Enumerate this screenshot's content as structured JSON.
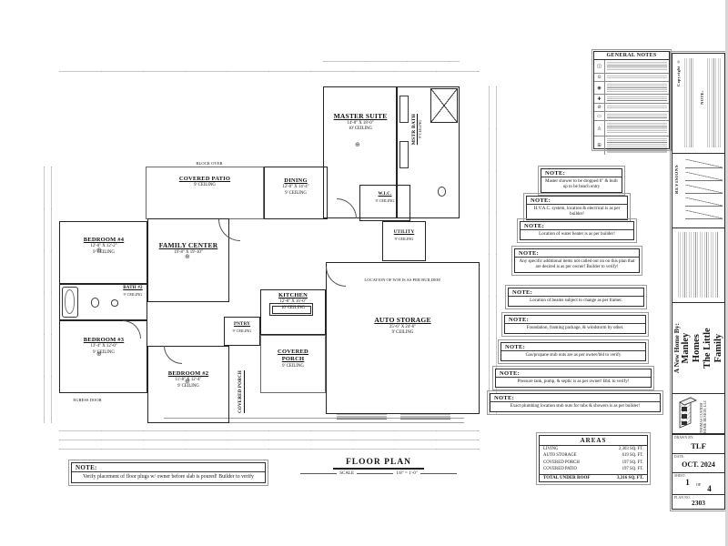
{
  "colors": {
    "ink": "#1b1b1b",
    "line_gray": "#8a8a8a",
    "paper": "#ffffff"
  },
  "plan": {
    "caption": {
      "title": "FLOOR PLAN",
      "scale_label": "SCALE",
      "scale_value": "1/8\" = 1'-0\""
    },
    "rooms": [
      {
        "name": "COVERED PATIO",
        "ceiling": "9' CEILING"
      },
      {
        "name": "DINING",
        "dims": "12'-0\" X 14'-4\"",
        "ceiling": "9' CEILING"
      },
      {
        "name": "MASTER SUITE",
        "dims": "14'-8\" X 18'-0\"",
        "ceiling": "10' CEILING"
      },
      {
        "name": "MSTR BATH",
        "ceiling": "9' CEILING"
      },
      {
        "name": "W.I.C.",
        "ceiling": "9' CEILING"
      },
      {
        "name": "UTILITY",
        "ceiling": "9' CEILING"
      },
      {
        "name": "BEDROOM #4",
        "dims": "12'-0\" X 12'-2\"",
        "ceiling": "9' CEILING"
      },
      {
        "name": "BATH #2",
        "ceiling": "9' CEILING"
      },
      {
        "name": "FAMILY CENTER",
        "dims": "19'-8\" X 19'-10\""
      },
      {
        "name": "KITCHEN",
        "dims": "12'-8\" X 16'-0\"",
        "ceiling": "10' CEILING"
      },
      {
        "name": "PNTRY",
        "ceiling": "9' CEILING"
      },
      {
        "name": "COVERED PORCH",
        "ceiling": "9' CEILING"
      },
      {
        "name": "BEDROOM #3",
        "dims": "13'-4\" X 12'-0\"",
        "ceiling": "9' CEILING"
      },
      {
        "name": "BEDROOM #2",
        "dims": "11'-8\" X 12'-4\"",
        "ceiling": "9' CEILING"
      },
      {
        "name": "AUTO STORAGE",
        "dims": "25'-6\" X 24'-6\"",
        "ceiling": "9' CEILING"
      }
    ],
    "annotations": {
      "wh": "LOCATION OF W/H IS AS PER BUILDER!",
      "block_over": "BLOCK OVER",
      "egress_door": "EGRESS DOOR"
    }
  },
  "icons": {
    "fan": "⊕"
  },
  "notes": [
    {
      "title": "NOTE:",
      "text": "Master shower to be dropped 6\" & built up to be beach entry"
    },
    {
      "title": "NOTE:",
      "text": "H.V.A.C. system, location & electrical is as per builder!"
    },
    {
      "title": "NOTE:",
      "text": "Location of water heater is as per builder!"
    },
    {
      "title": "NOTE:",
      "text": "Any specific additional items not called out on on this plan that are desired is as per owner! Builder to verify!"
    },
    {
      "title": "NOTE:",
      "text": "Location of beams subject to change as per framer."
    },
    {
      "title": "NOTE:",
      "text": "Foundation, framing package, & windstorm by other."
    },
    {
      "title": "NOTE:",
      "text": "Gas/propane stub outs are as per owner/bld to verify"
    },
    {
      "title": "NOTE:",
      "text": "Pressure tank, pump, & septic is as per owner! Bld. to verify!"
    },
    {
      "title": "NOTE:",
      "text": "Exact plumbing location stub outs for tubs & showers is as per builder!"
    }
  ],
  "bottom_note": {
    "title": "NOTE:",
    "text": "Verify placement of floor plugs w/ owner before slab is poured! Builder to verify"
  },
  "general_notes": {
    "title": "GENERAL NOTES",
    "symbols": [
      "◫",
      "⊙",
      "◉",
      "✚",
      "⊘",
      "▭",
      "◬",
      "⊞"
    ]
  },
  "areas": {
    "title": "AREAS",
    "rows": [
      {
        "label": "LIVING",
        "value": "2,303 SQ. FT."
      },
      {
        "label": "AUTO STORAGE",
        "value": "619 SQ. FT."
      },
      {
        "label": "COVERED PORCH",
        "value": "197 SQ. FT."
      },
      {
        "label": "COVERED PATIO",
        "value": "197 SQ. FT."
      }
    ],
    "total": {
      "label": "TOTAL UNDER ROOF",
      "value": "3,316 SQ. FT."
    }
  },
  "titleblock": {
    "copyright_label": "Copyright ©",
    "note_label": "NOTE:",
    "revisions_label": "REVISIONS",
    "client_line1": "A New Home By:",
    "client_line2": "Manley Homes",
    "client_line3": "The Little Family",
    "logo_text": "THOMAS CUSTOM HOME DESIGN, LLC",
    "fields": {
      "drawn_by_label": "DRAWN BY:",
      "drawn_by": "TLF",
      "date_label": "DATE:",
      "date": "OCT. 2024",
      "sheet_label": "SHEET:",
      "sheet_no": "1",
      "sheet_of": "OF",
      "sheet_total": "4",
      "plan_label": "PLAN NO.",
      "plan_no": "2303"
    }
  }
}
